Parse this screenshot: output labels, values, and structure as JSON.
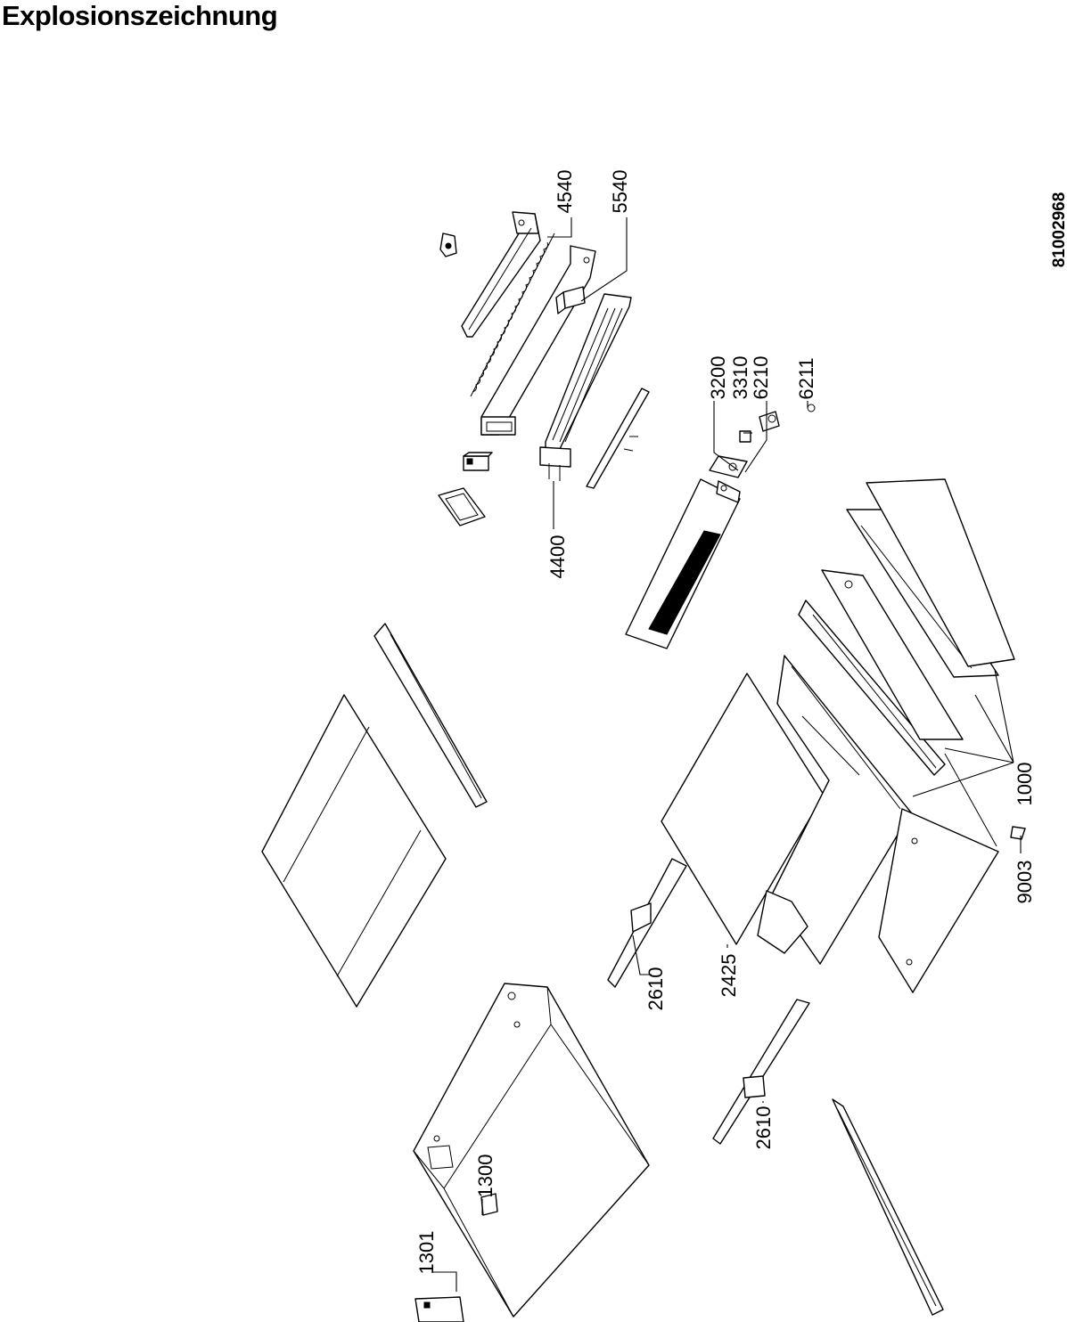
{
  "title": "Explosionszeichnung",
  "document_number": "81002968",
  "part_labels": {
    "p4540": "4540",
    "p5540": "5540",
    "p4400": "4400",
    "p3200": "3200",
    "p3310": "3310",
    "p6210": "6210",
    "p6211": "6211",
    "p1000": "1000",
    "p9003": "9003",
    "p2610a": "2610",
    "p2425": "2425",
    "p2610b": "2610",
    "p1300": "1300",
    "p1301": "1301"
  }
}
